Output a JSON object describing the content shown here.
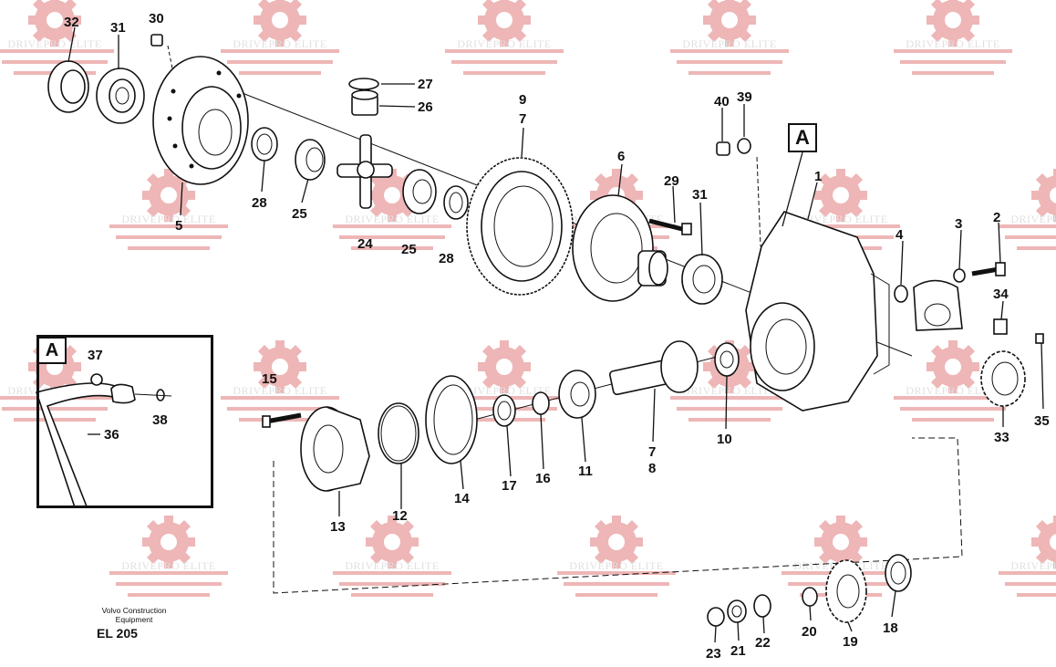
{
  "watermark": {
    "text": "DRIVEPRO ELITE",
    "gear_color": "#e07a7a"
  },
  "callout_letter": "A",
  "inset_letter": "A",
  "credit_line1": "Volvo Construction",
  "credit_line2": "Equipment",
  "diagram_code": "EL 205",
  "part_numbers": [
    "32",
    "31",
    "30",
    "5",
    "28",
    "25",
    "24",
    "25",
    "27",
    "26",
    "9",
    "7",
    "28",
    "6",
    "29",
    "31",
    "40",
    "39",
    "1",
    "4",
    "3",
    "2",
    "34",
    "35",
    "33",
    "37",
    "38",
    "36",
    "15",
    "13",
    "12",
    "14",
    "17",
    "16",
    "11",
    "7",
    "8",
    "10",
    "23",
    "21",
    "22",
    "20",
    "19",
    "18"
  ]
}
